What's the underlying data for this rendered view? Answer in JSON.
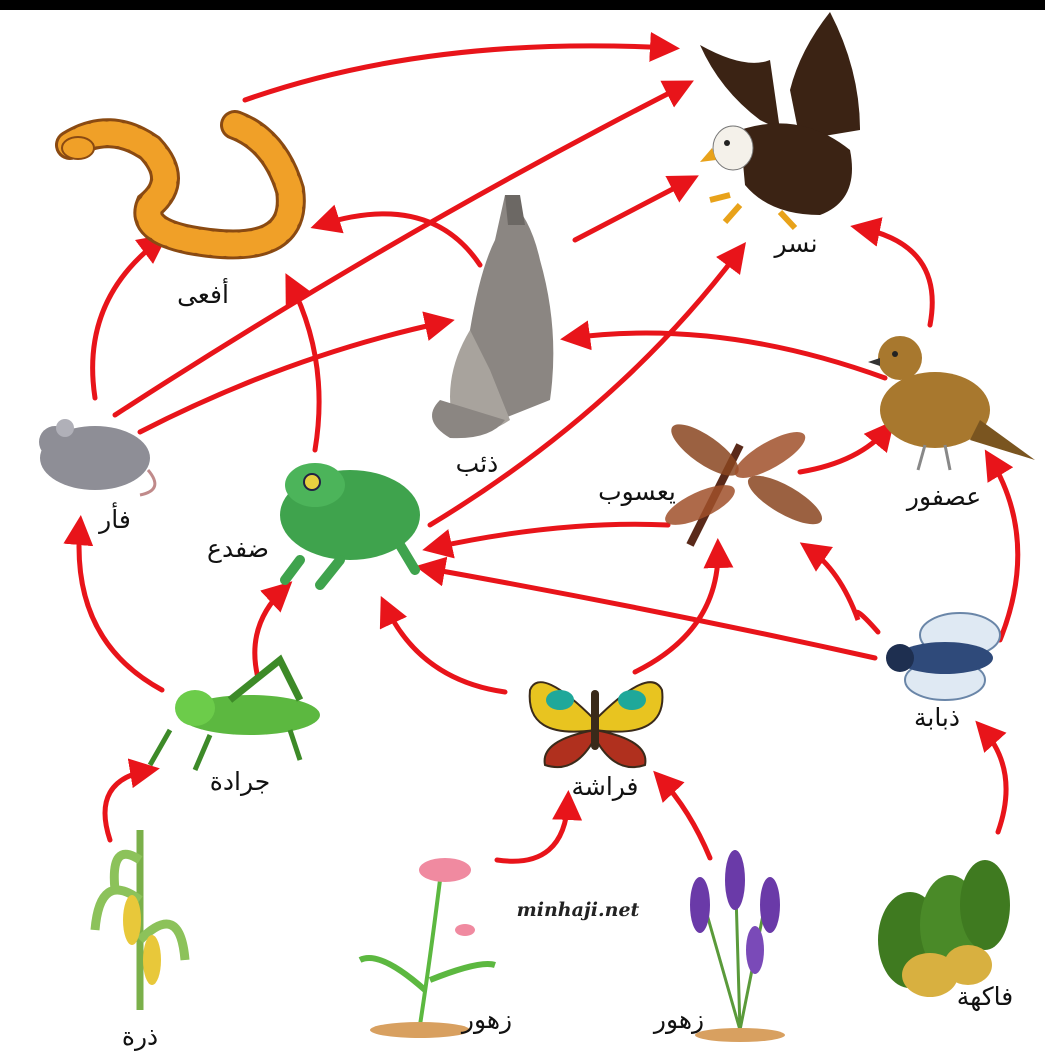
{
  "organisms": {
    "eagle": "نسر",
    "snake": "أفعى",
    "wolf": "ذئب",
    "sparrow": "عصفور",
    "dragonfly": "يعسوب",
    "mouse": "فأر",
    "frog": "ضفدع",
    "fly": "ذبابة",
    "grasshopper": "جرادة",
    "butterfly": "فراشة",
    "corn": "ذرة",
    "flower": "زهور",
    "lavender": "زهور",
    "fruit": "فاكهة"
  },
  "watermark": "minhaji.net",
  "colors": {
    "arrow": "#e8141a",
    "frame": "#000000"
  }
}
